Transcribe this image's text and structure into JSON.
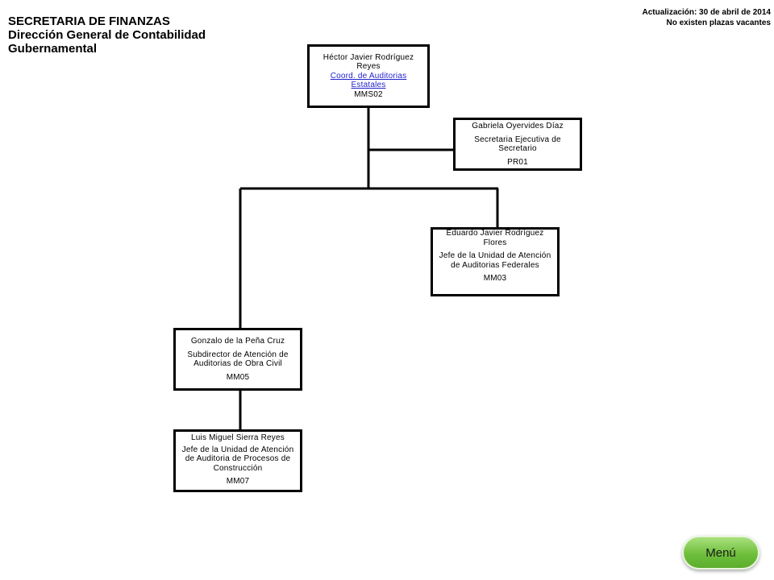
{
  "header": {
    "agency": "SECRETARIA DE FINANZAS",
    "department": "Dirección General de Contabilidad Gubernamental",
    "update": "Actualización: 30 de abril de 2014",
    "vacancies": "No existen plazas vacantes"
  },
  "positions": {
    "hector": {
      "name": "Héctor Javier Rodríguez Reyes",
      "title": "Coord. de Auditorias Estatales",
      "code": "MMS02"
    },
    "gabriela": {
      "name": "Gabriela Oyervides Díaz",
      "title": "Secretaria Ejecutiva de Secretario",
      "code": "PR01"
    },
    "eduardo": {
      "name": "Eduardo Javier Rodríguez Flores",
      "title": "Jefe de la Unidad de Atención de Auditorias Federales",
      "code": "MM03"
    },
    "gonzalo": {
      "name": "Gonzalo de la Peña Cruz",
      "title": "Subdirector de Atención de Auditorias de Obra Civil",
      "code": "MM05"
    },
    "luis": {
      "name": "Luis Miguel Sierra Reyes",
      "title": "Jefe de la Unidad de Atención de Auditoria de Procesos de Construcción",
      "code": "MM07"
    }
  },
  "menu": {
    "label": "Menú"
  },
  "colors": {
    "link": "#1f1fcc",
    "menu_button": "#6fbf3d",
    "lines": "#000000"
  }
}
